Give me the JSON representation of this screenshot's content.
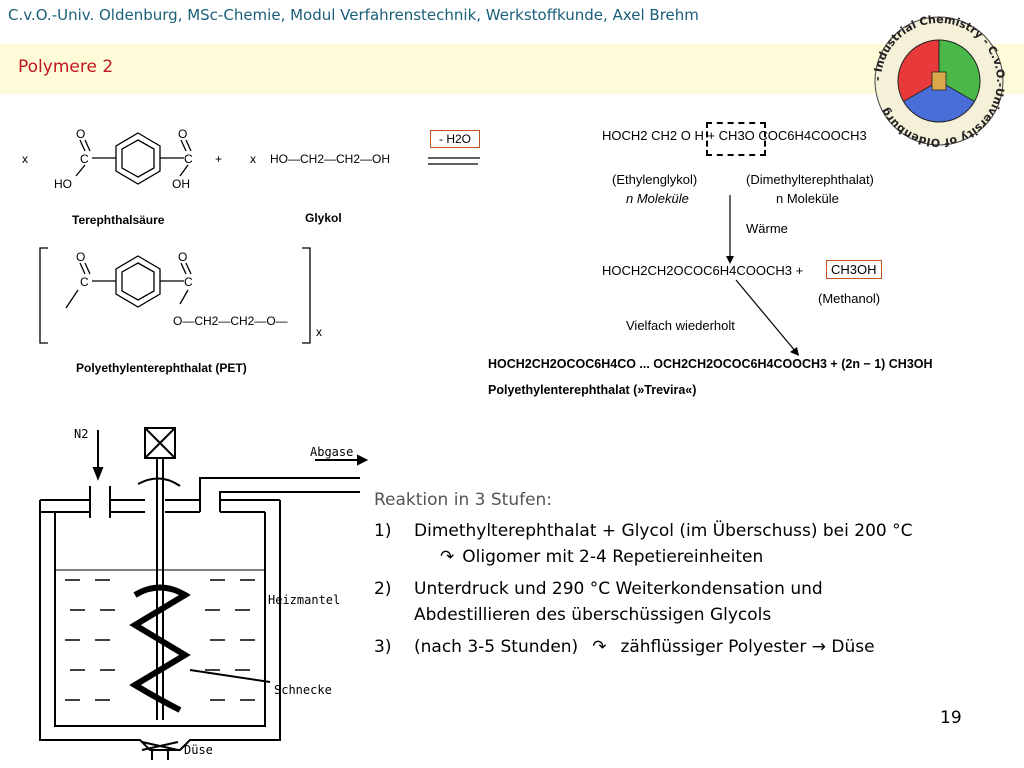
{
  "header": {
    "text": "C.v.O.-Univ. Oldenburg, MSc-Chemie, Modul Verfahrenstechnik, Werkstoffkunde, Axel Brehm"
  },
  "title": "Polymere 2",
  "logo": {
    "ring_text": "- Industrial Chemistry - C.v.O.-University of Oldenburg"
  },
  "left_scheme": {
    "terephthalic_label": "Terephthalsäure",
    "glycol_label": "Glykol",
    "water_loss": "- H2O",
    "pet_label": "Polyethylenterephthalat (PET)",
    "multiplier": "x",
    "plus": "+",
    "glycol_formula": "HO—CH2—CH2—OH",
    "pet_chain": "O—CH2—CH2—O—"
  },
  "right_scheme": {
    "line1": "HOCH2 CH2  O H + CH3O COC6H4COOCH3",
    "ethylenglykol": "(Ethylenglykol)",
    "n_molecules_1": "n Moleküle",
    "dimethyl": "(Dimethylterephthalat)",
    "n_molecules_2": "n Moleküle",
    "heat": "Wärme",
    "line2": "HOCH2CH2OCOC6H4COOCH3 +",
    "methanol_formula": "CH3OH",
    "methanol": "(Methanol)",
    "repeat": "Vielfach wiederholt",
    "line3": "HOCH2CH2OCOC6H4CO ... OCH2CH2OCOC6H4COOCH3 + (2n − 1) CH3OH",
    "trevira": "Polyethylenterephthalat (»Trevira«)"
  },
  "apparatus": {
    "n2": "N2",
    "abgase": "Abgase",
    "heizmantel": "Heizmantel",
    "schnecke": "Schnecke",
    "duse": "Düse"
  },
  "reaction": {
    "heading": "Reaktion in 3 Stufen:",
    "steps": [
      {
        "num": "1)",
        "text": "Dimethylterephthalat + Glycol (im Überschuss) bei 200 °C",
        "sub": "Oligomer mit 2-4 Repetiereinheiten"
      },
      {
        "num": "2)",
        "text": "Unterdruck und 290 °C  Weiterkondensation und",
        "text2": "Abdestillieren des überschüssigen Glycols"
      },
      {
        "num": "3)",
        "text": "(nach 3-5 Stunden)",
        "mid": "zähflüssiger Polyester → Düse"
      }
    ]
  },
  "page_number": "19",
  "colors": {
    "header_text": "#1a5f7a",
    "title_text": "#c0171d",
    "title_bg": "#fdfbd8",
    "box_red": "#c0501c"
  }
}
